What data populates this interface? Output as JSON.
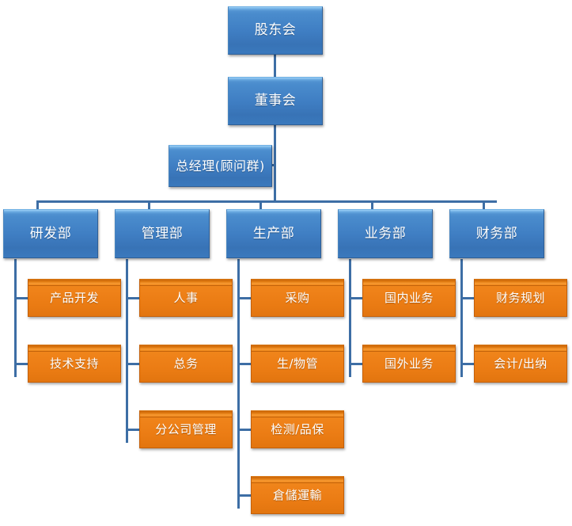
{
  "chart_data": {
    "type": "diagram",
    "diagram_kind": "organizational-chart",
    "orientation": "top-down",
    "levels": 4,
    "colors": {
      "level_node_fill": "#3f7ec3",
      "sub_node_fill": "#ed7d19",
      "connector": "#3d6ea5",
      "node_text": "#ffffff",
      "background": "#ffffff"
    }
  },
  "top": {
    "shareholders": "股东会",
    "board": "董事会",
    "general_manager": "总经理(顾问群)"
  },
  "departments": [
    {
      "name": "研发部",
      "units": [
        "产品开发",
        "技术支持"
      ]
    },
    {
      "name": "管理部",
      "units": [
        "人事",
        "总务",
        "分公司管理"
      ]
    },
    {
      "name": "生产部",
      "units": [
        "采购",
        "生/物管",
        "检测/品保",
        "倉儲運輸"
      ]
    },
    {
      "name": "业务部",
      "units": [
        "国内业务",
        "国外业务"
      ]
    },
    {
      "name": "财务部",
      "units": [
        "财务规划",
        "会计/出纳"
      ]
    }
  ]
}
